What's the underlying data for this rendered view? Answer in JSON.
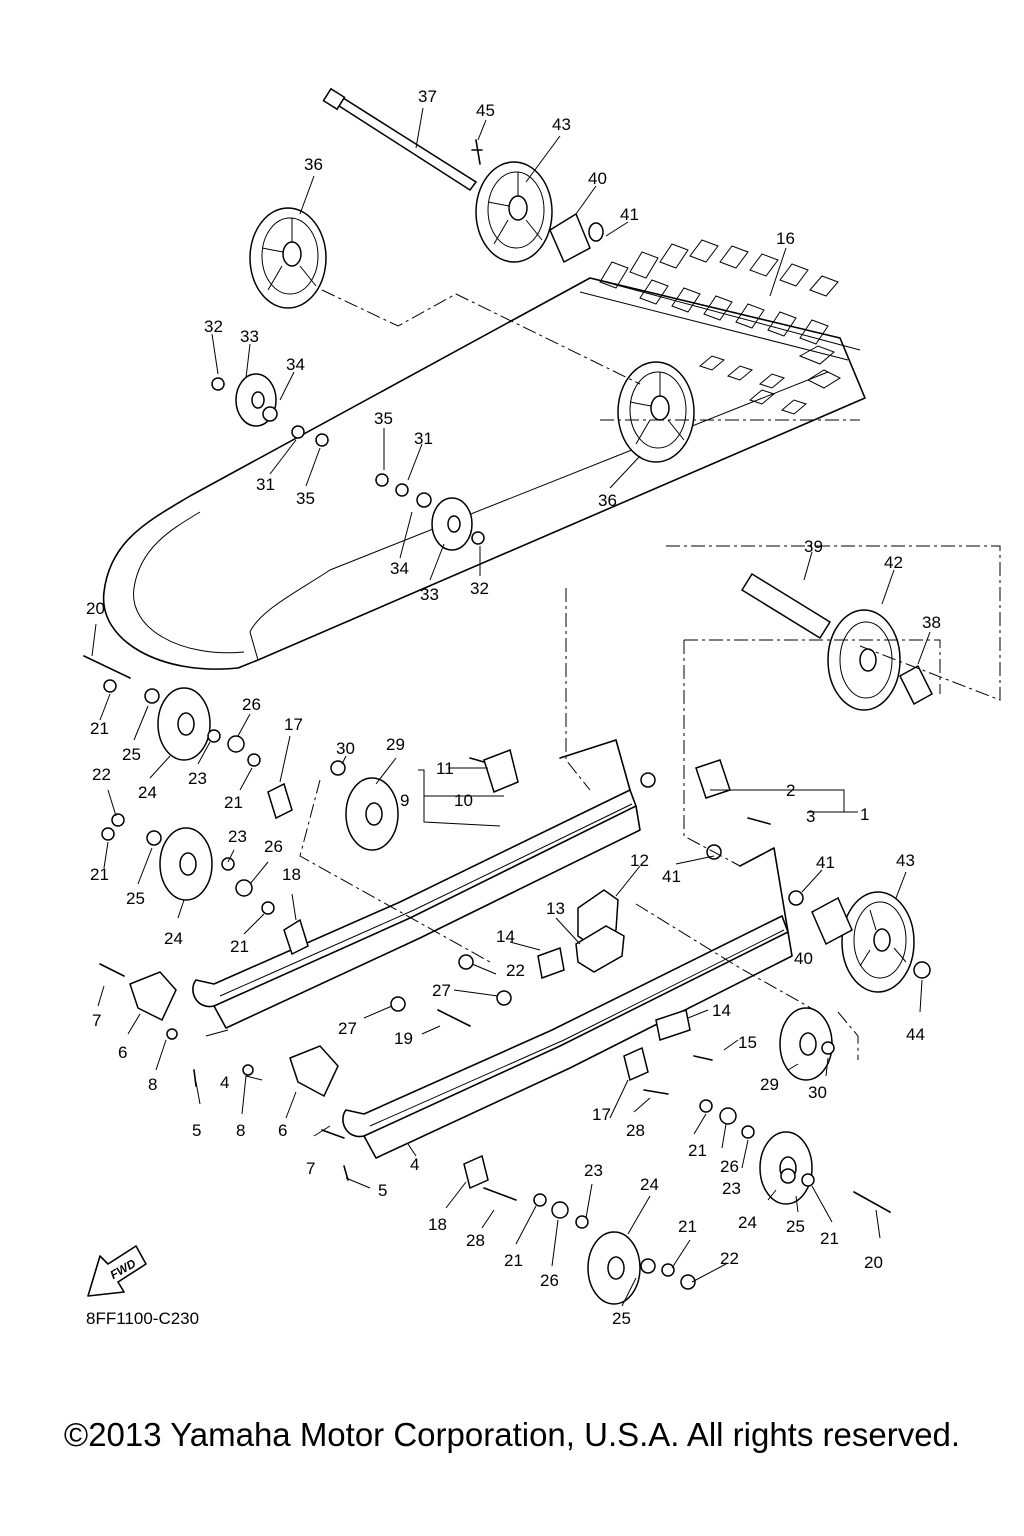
{
  "diagram": {
    "reference_code": "8FF1100-C230",
    "direction_marker": "FWD",
    "part_numbers": [
      "1",
      "2",
      "3",
      "4",
      "5",
      "6",
      "7",
      "8",
      "9",
      "10",
      "11",
      "12",
      "13",
      "14",
      "15",
      "16",
      "17",
      "18",
      "19",
      "20",
      "21",
      "22",
      "23",
      "24",
      "25",
      "26",
      "27",
      "28",
      "29",
      "30",
      "31",
      "32",
      "33",
      "34",
      "35",
      "36",
      "37",
      "38",
      "39",
      "40",
      "41",
      "42",
      "43",
      "44",
      "45"
    ]
  },
  "footer": {
    "copyright": "©2013 Yamaha Motor Corporation, U.S.A. All rights reserved."
  }
}
